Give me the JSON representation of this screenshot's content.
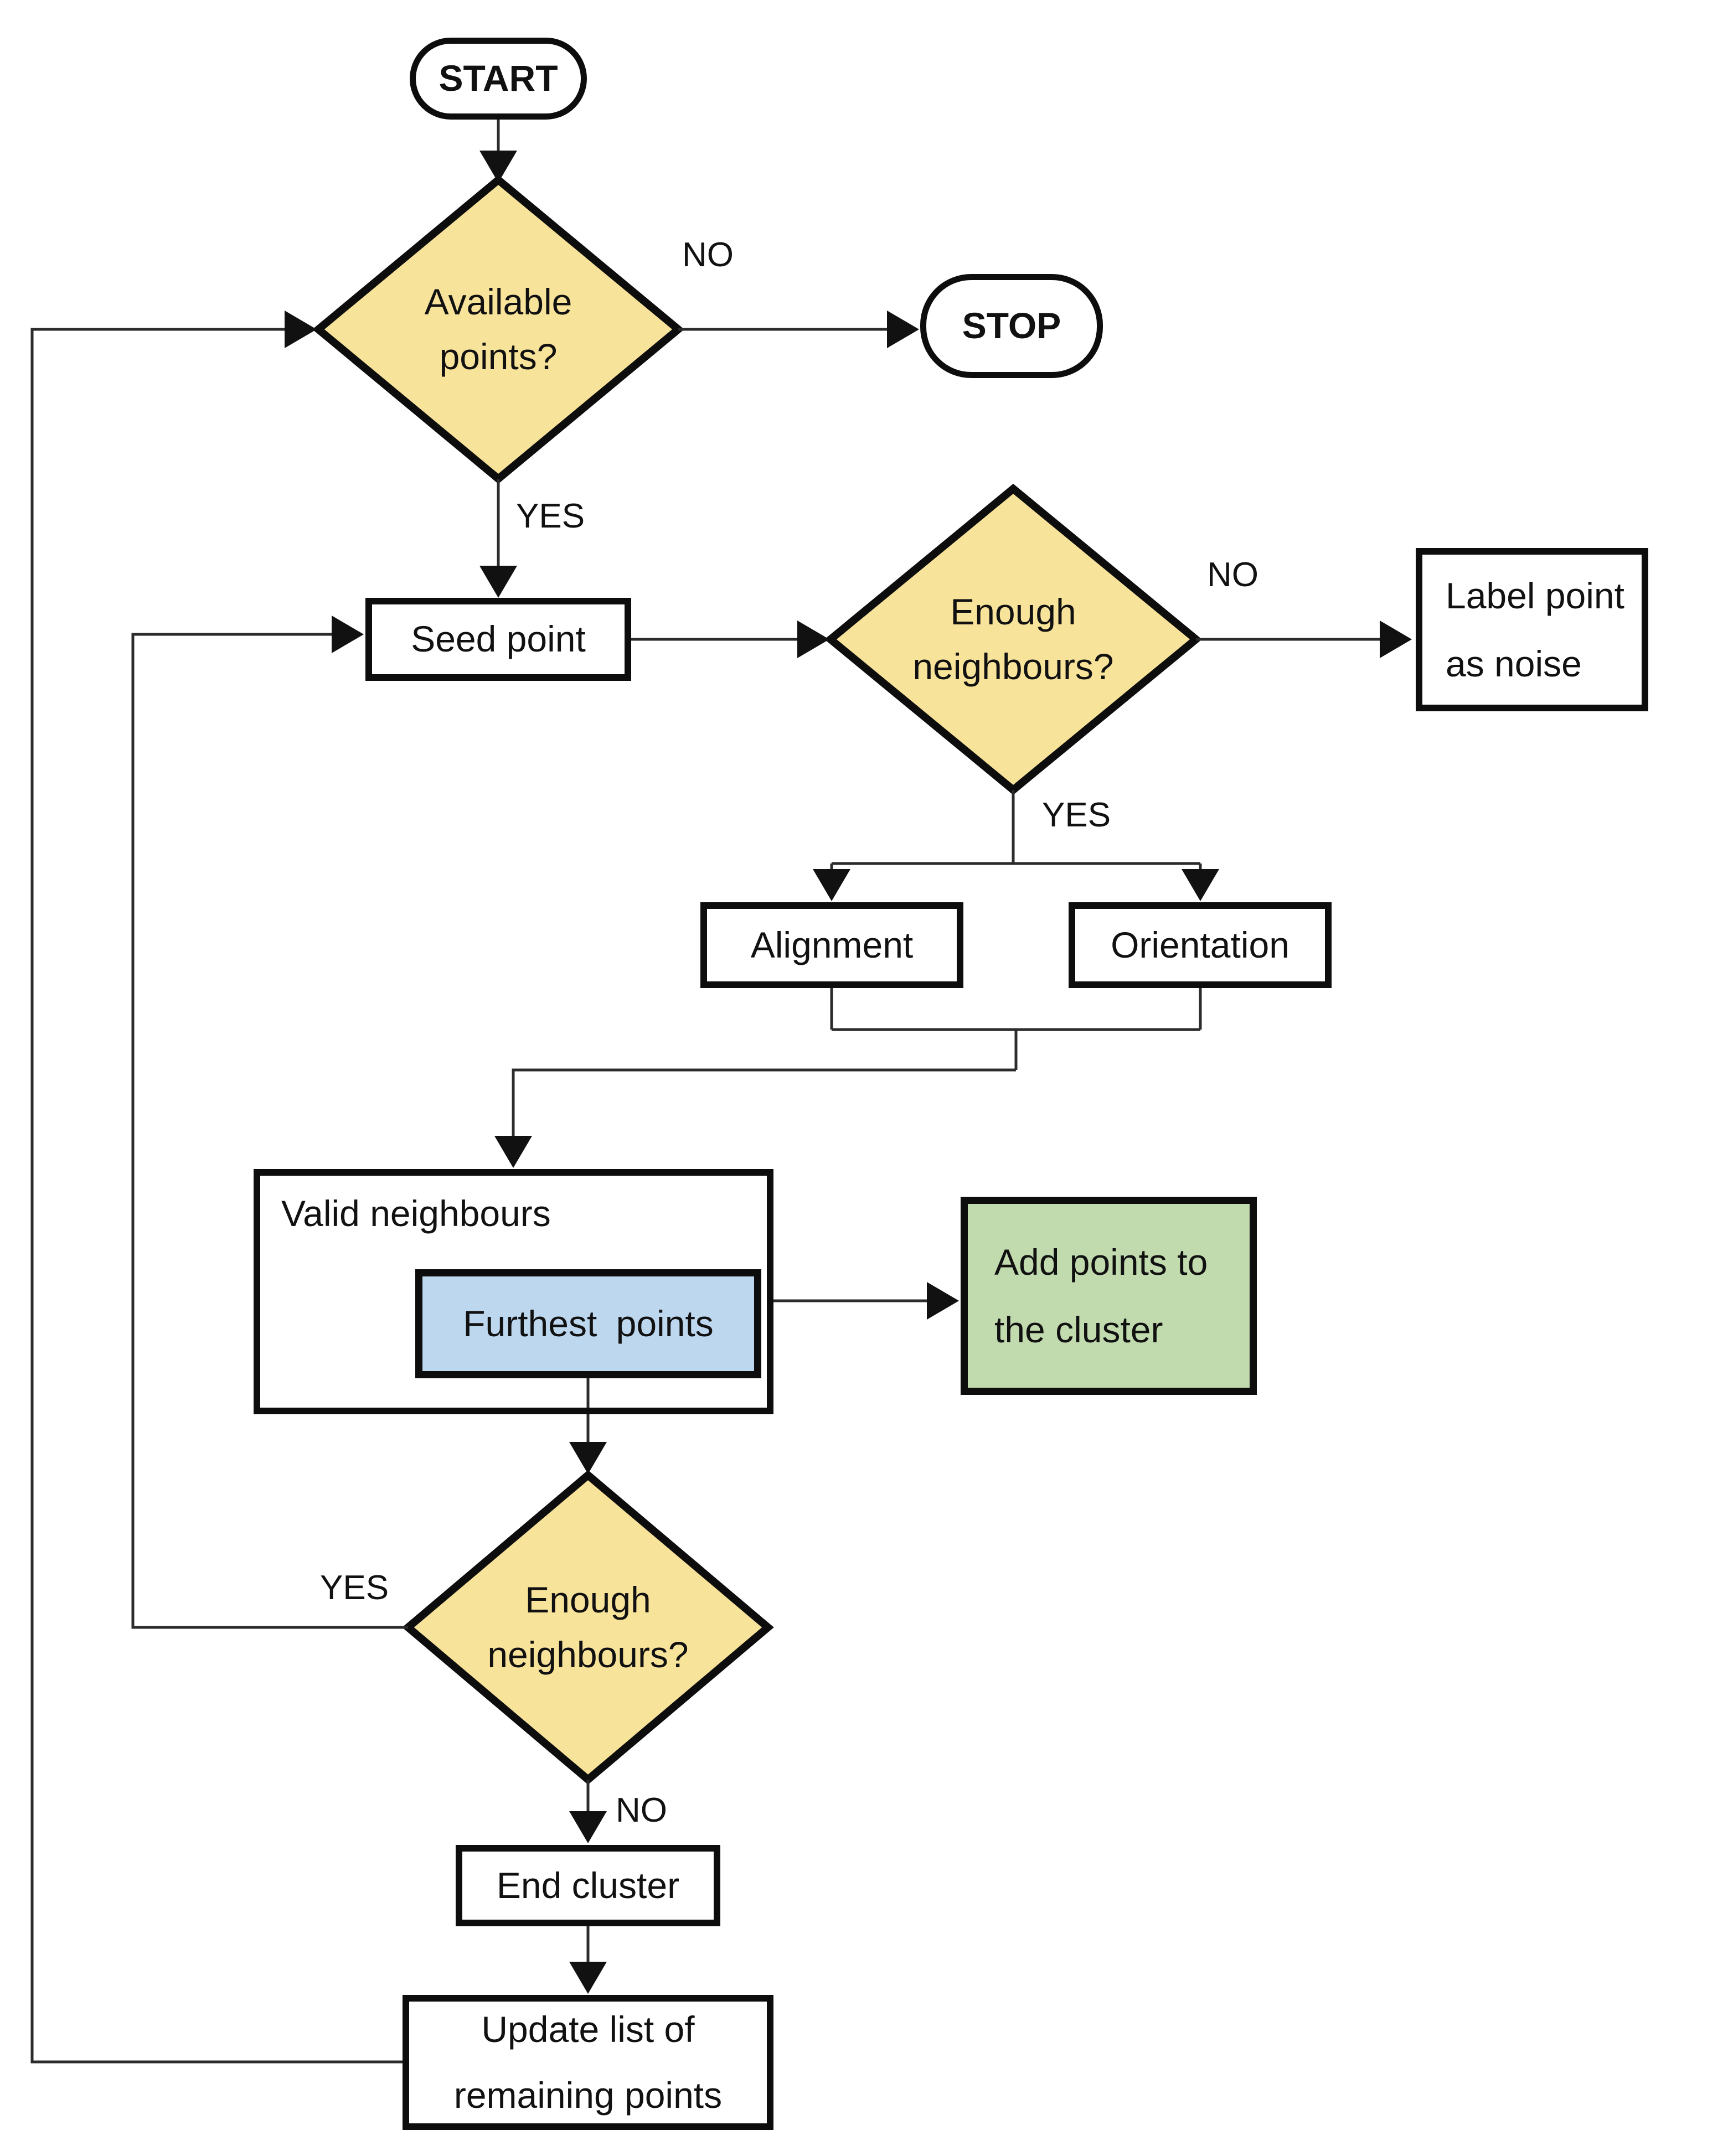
{
  "nodes": {
    "start": {
      "label": "START"
    },
    "available_points": {
      "label": "Available\npoints?"
    },
    "stop": {
      "label": "STOP"
    },
    "seed_point": {
      "label": "Seed point"
    },
    "enough_neighbours_first": {
      "label": "Enough\nneighbours?"
    },
    "label_point_as_noise": {
      "label": "Label point\nas noise"
    },
    "alignment": {
      "label": "Alignment"
    },
    "orientation": {
      "label": "Orientation"
    },
    "valid_neighbours": {
      "label": "Valid neighbours"
    },
    "furthest_points": {
      "label": "Furthest points"
    },
    "add_points_to_cluster": {
      "label": "Add points to\nthe cluster"
    },
    "enough_neighbours_second": {
      "label": "Enough\nneighbours?"
    },
    "end_cluster": {
      "label": "End cluster"
    },
    "update_list": {
      "label": "Update list of\nremaining points"
    }
  },
  "edge_labels": {
    "available_no": "NO",
    "available_yes": "YES",
    "enough_first_no": "NO",
    "enough_first_yes": "YES",
    "enough_second_yes": "YES",
    "enough_second_no": "NO"
  },
  "colors": {
    "decision_fill": "#F8E39B",
    "process_fill": "#FFFFFF",
    "furthest_fill": "#BDD7EE",
    "add_points_fill": "#C1DBAF",
    "line": "#2B2B2B",
    "border": "#0D0D0D"
  }
}
